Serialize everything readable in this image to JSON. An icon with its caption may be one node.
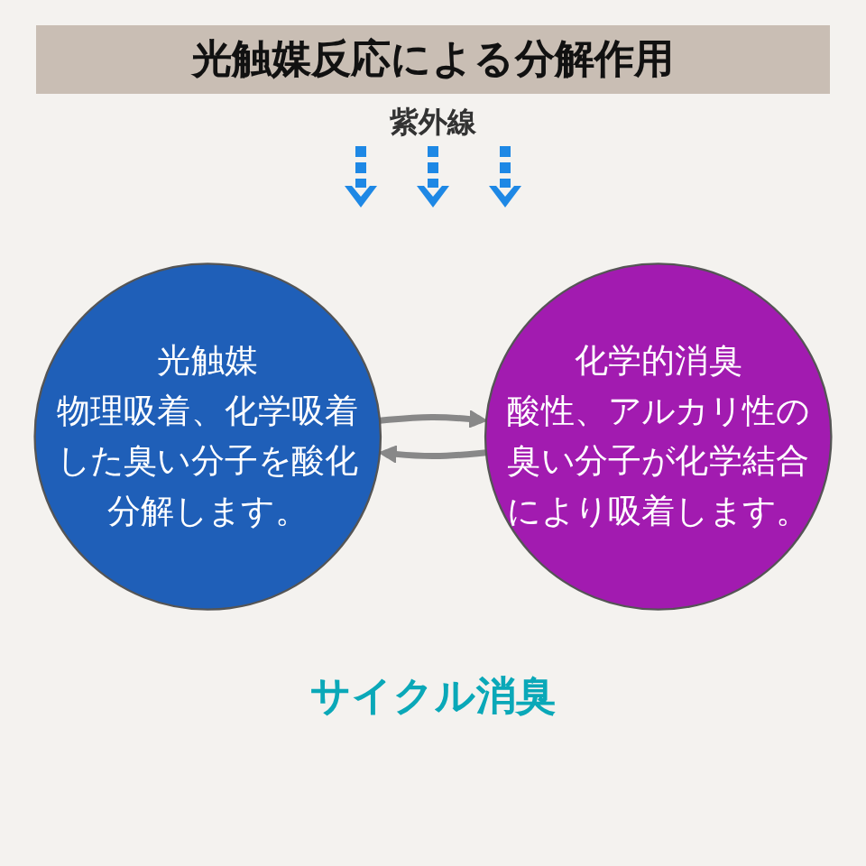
{
  "diagram": {
    "title": "光触媒反応による分解作用",
    "nodes": [
      {
        "text": [
          "光触媒",
          "物理吸着、化学吸着した臭い分子を酸化分解します。"
        ]
      },
      {
        "text": [
          "化学的消臭",
          "酸性、アルカリ性の臭い分子が化学結合により吸着します。"
        ]
      }
    ],
    "edges": [
      {
        "from": 0,
        "to": 1,
        "arrow": "to"
      },
      {
        "from": 1,
        "to": 0,
        "arrow": "to"
      }
    ],
    "labels": [
      "紫外線",
      "サイクル消臭"
    ]
  }
}
